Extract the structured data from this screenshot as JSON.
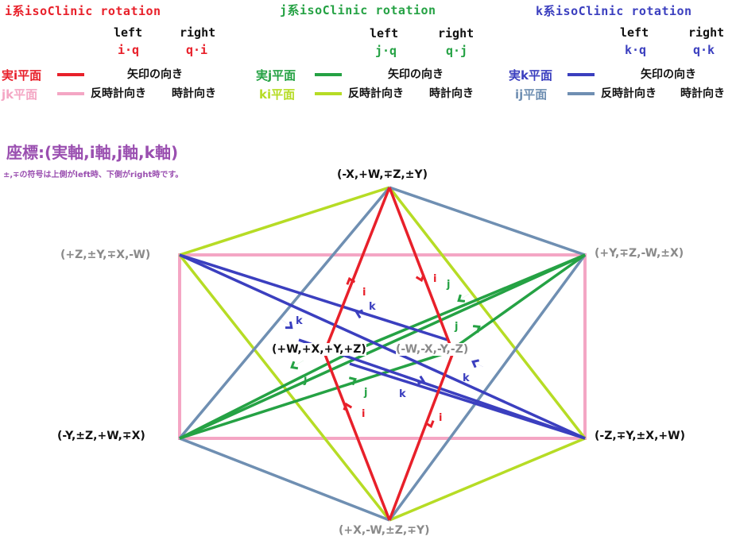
{
  "colors": {
    "i": "#e8202a",
    "j": "#25a244",
    "k": "#3b3fbf",
    "jk": "#f4a6c4",
    "ki": "#b6dc25",
    "ij": "#6f8fb2",
    "black": "#111111",
    "gray": "#8a8a8a",
    "purple": "#9a4fb0"
  },
  "groups": [
    {
      "key": "i",
      "title": "i系isoClinic rotation",
      "left_label": "left",
      "right_label": "right",
      "left_op": "i·q",
      "right_op": "q·i",
      "real_plane": "実i平面",
      "other_plane": "jk平面",
      "arrow_dir": "矢印の向き",
      "ccw": "反時計向き",
      "cw": "時計向き"
    },
    {
      "key": "j",
      "title": "j系isoClinic rotation",
      "left_label": "left",
      "right_label": "right",
      "left_op": "j·q",
      "right_op": "q·j",
      "real_plane": "実j平面",
      "other_plane": "ki平面",
      "arrow_dir": "矢印の向き",
      "ccw": "反時計向き",
      "cw": "時計向き"
    },
    {
      "key": "k",
      "title": "k系isoClinic rotation",
      "left_label": "left",
      "right_label": "right",
      "left_op": "k·q",
      "right_op": "q·k",
      "real_plane": "実k平面",
      "other_plane": "ij平面",
      "arrow_dir": "矢印の向き",
      "ccw": "反時計向き",
      "cw": "時計向き"
    }
  ],
  "coords": {
    "title": "座標:(実軸,i軸,j軸,k軸)",
    "note": "±,∓の符号は上側がleft時、下側がright時です。"
  },
  "vertices": {
    "top": "(-X,+W,∓Z,±Y)",
    "upper_left": "(+Z,±Y,∓X,-W)",
    "upper_right": "(+Y,∓Z,-W,±X)",
    "center_left": "(+W,+X,+Y,+Z)",
    "center_right": "(-W,-X,-Y,-Z)",
    "lower_left": "(-Y,±Z,+W,∓X)",
    "lower_right": "(-Z,∓Y,±X,+W)",
    "bottom": "(+X,-W,±Z,∓Y)"
  },
  "edge_labels": {
    "i": "i",
    "j": "j",
    "k": "k"
  }
}
